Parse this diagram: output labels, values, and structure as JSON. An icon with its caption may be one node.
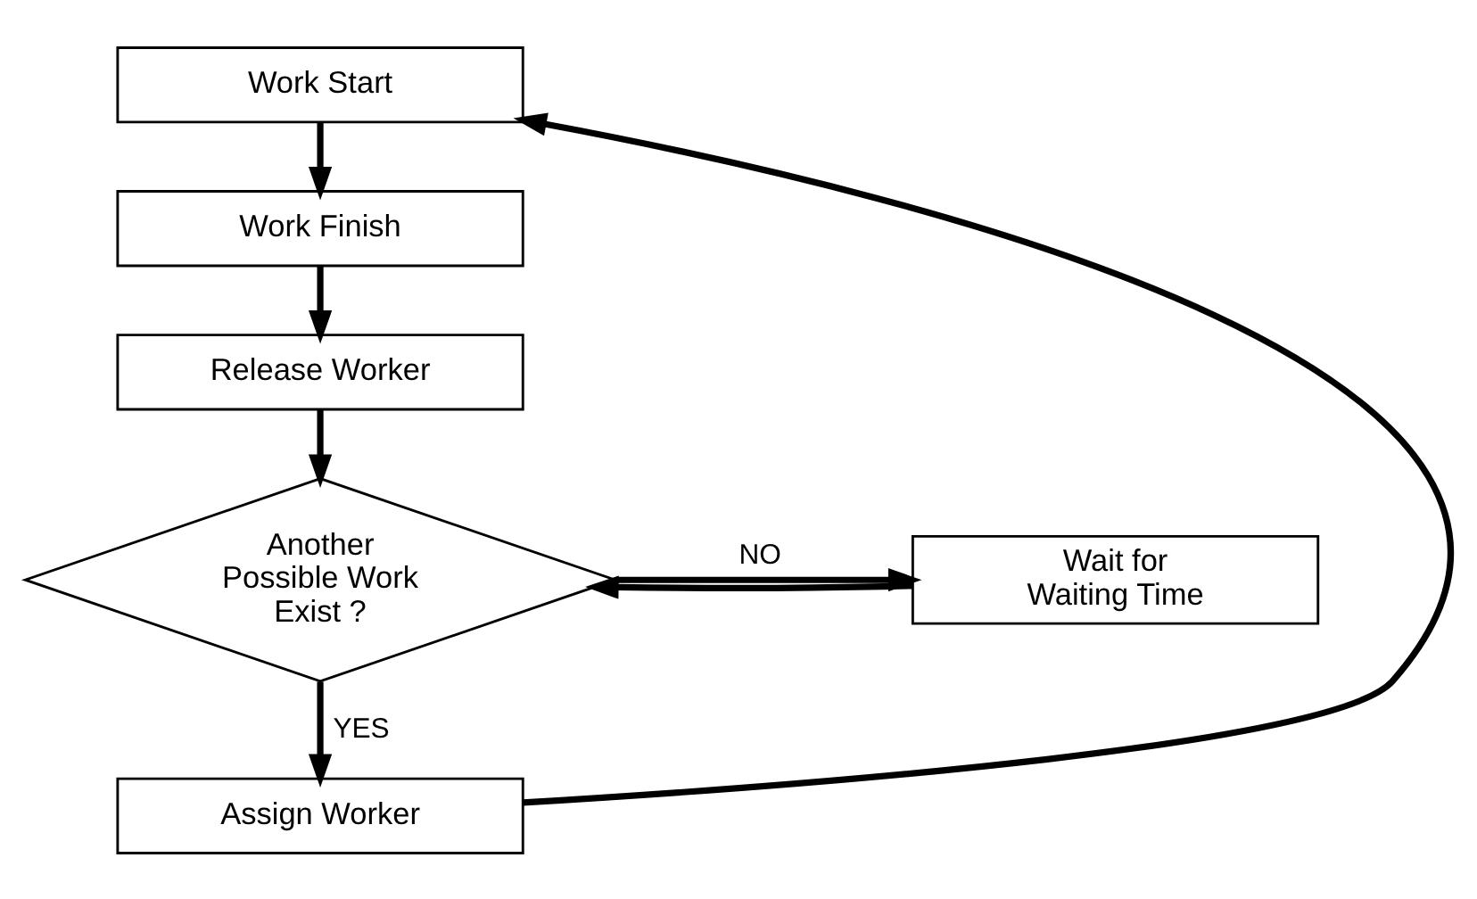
{
  "diagram": {
    "nodes": [
      {
        "text": [
          "Work Start"
        ]
      },
      {
        "text": [
          "Work Finish"
        ]
      },
      {
        "text": [
          "Release Worker"
        ]
      },
      {
        "text": [
          "Another Possible Work Exist ?"
        ]
      },
      {
        "text": [
          "Wait for Waiting Time"
        ]
      },
      {
        "text": [
          "Assign Worker"
        ]
      }
    ],
    "edges": [
      {
        "from": 0,
        "to": 1,
        "arrow": "to"
      },
      {
        "from": 1,
        "to": 2,
        "arrow": "to"
      },
      {
        "from": 2,
        "to": 3,
        "arrow": "to"
      },
      {
        "from": 3,
        "to": 4,
        "arrow": "to",
        "label": "NO"
      },
      {
        "from": 4,
        "to": 3,
        "arrow": "to"
      },
      {
        "from": 3,
        "to": 5,
        "arrow": "to",
        "label": "YES"
      },
      {
        "from": 5,
        "to": 0,
        "arrow": "to"
      }
    ]
  }
}
